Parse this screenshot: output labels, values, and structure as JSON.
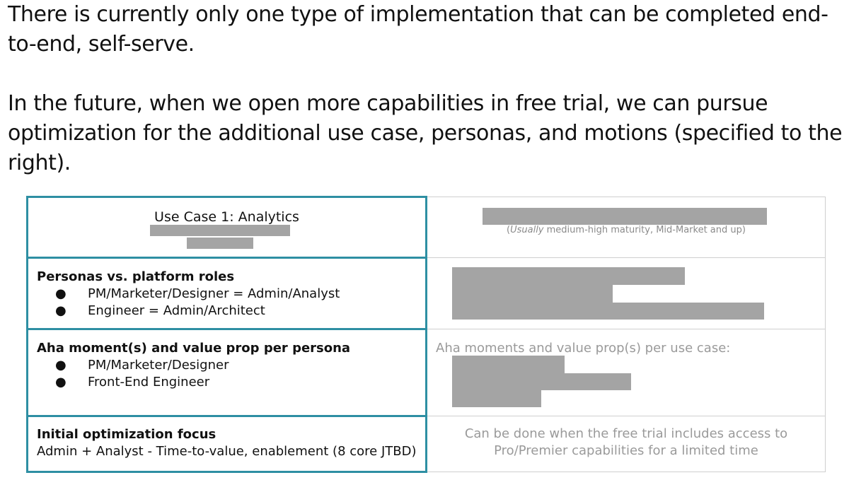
{
  "intro": {
    "paragraph1": "There is currently only one type of implementation that can be completed end-to-end, self-serve.",
    "paragraph2": "In the future, when we open more capabilities in free trial, we can pursue optimization for the additional use case, personas, and motions (specified to the right)."
  },
  "table": {
    "row1": {
      "left_title": "Use Case 1: Analytics",
      "right_note_em": "Usually",
      "right_note_rest": " medium-high maturity, Mid-Market and up"
    },
    "row2": {
      "left_title": "Personas vs. platform roles",
      "bullets": [
        "PM/Marketer/Designer = Admin/Analyst",
        "Engineer = Admin/Architect"
      ]
    },
    "row3": {
      "left_title": "Aha moment(s) and value prop per persona",
      "bullets": [
        "PM/Marketer/Designer",
        "Front-End Engineer"
      ],
      "right_heading": "Aha moments and value prop(s) per use case:"
    },
    "row4": {
      "left_title": "Initial optimization focus",
      "left_text": "Admin + Analyst - Time-to-value, enablement (8 core JTBD)",
      "right_line1": "Can be done when the free trial includes access to",
      "right_line2": "Pro/Premier capabilities for a limited time"
    }
  },
  "colors": {
    "accent_border": "#2e8fa3",
    "redaction": "#a4a4a4",
    "muted_text": "#9a9a9a"
  }
}
